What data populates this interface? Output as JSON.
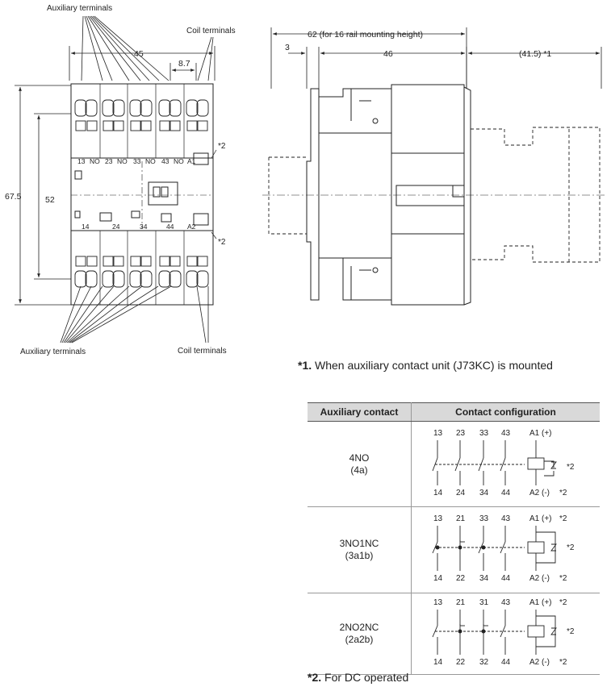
{
  "front_view": {
    "aux_terminals_top": "Auxiliary terminals",
    "aux_terminals_bottom": "Auxiliary terminals",
    "coil_terminals_top": "Coil terminals",
    "coil_terminals_bottom": "Coil terminals",
    "dim_width": "45",
    "dim_pitch": "8.7",
    "dim_height_outer": "67.5",
    "dim_height_inner": "52",
    "top_markings": [
      "13",
      "NO",
      "23",
      "NO",
      "33",
      "NO",
      "43",
      "NO",
      "A1"
    ],
    "bottom_markings": [
      "14",
      "24",
      "34",
      "44",
      "A2"
    ],
    "note_mark_1": "*2",
    "note_mark_2": "*2"
  },
  "side_view": {
    "dim_rail": "62 (for 16 rail mounting height)",
    "dim_left": "3",
    "dim_body": "46",
    "dim_aux": "(41.5) *1"
  },
  "notes": {
    "note1_mark": "*1.",
    "note1_text": "When auxiliary contact unit (J73KC) is mounted",
    "note2_mark": "*2.",
    "note2_text": "For DC operated"
  },
  "table": {
    "header_col1": "Auxiliary contact",
    "header_col2": "Contact configuration",
    "rows": [
      {
        "name": "4NO",
        "code": "(4a)",
        "top_nums": [
          "13",
          "23",
          "33",
          "43"
        ],
        "bottom_nums": [
          "14",
          "24",
          "34",
          "44"
        ],
        "a1": "A1 (+)",
        "a2": "A2 (-)",
        "coil_note": "*2",
        "a1_note": "",
        "a2_note": "*2"
      },
      {
        "name": "3NO1NC",
        "code": "(3a1b)",
        "top_nums": [
          "13",
          "21",
          "33",
          "43"
        ],
        "bottom_nums": [
          "14",
          "22",
          "34",
          "44"
        ],
        "a1": "A1 (+)",
        "a2": "A2 (-)",
        "coil_note": "*2",
        "a1_note": "*2",
        "a2_note": "*2"
      },
      {
        "name": "2NO2NC",
        "code": "(2a2b)",
        "top_nums": [
          "13",
          "21",
          "31",
          "43"
        ],
        "bottom_nums": [
          "14",
          "22",
          "32",
          "44"
        ],
        "a1": "A1 (+)",
        "a2": "A2 (-)",
        "coil_note": "*2",
        "a1_note": "*2",
        "a2_note": "*2"
      }
    ]
  }
}
